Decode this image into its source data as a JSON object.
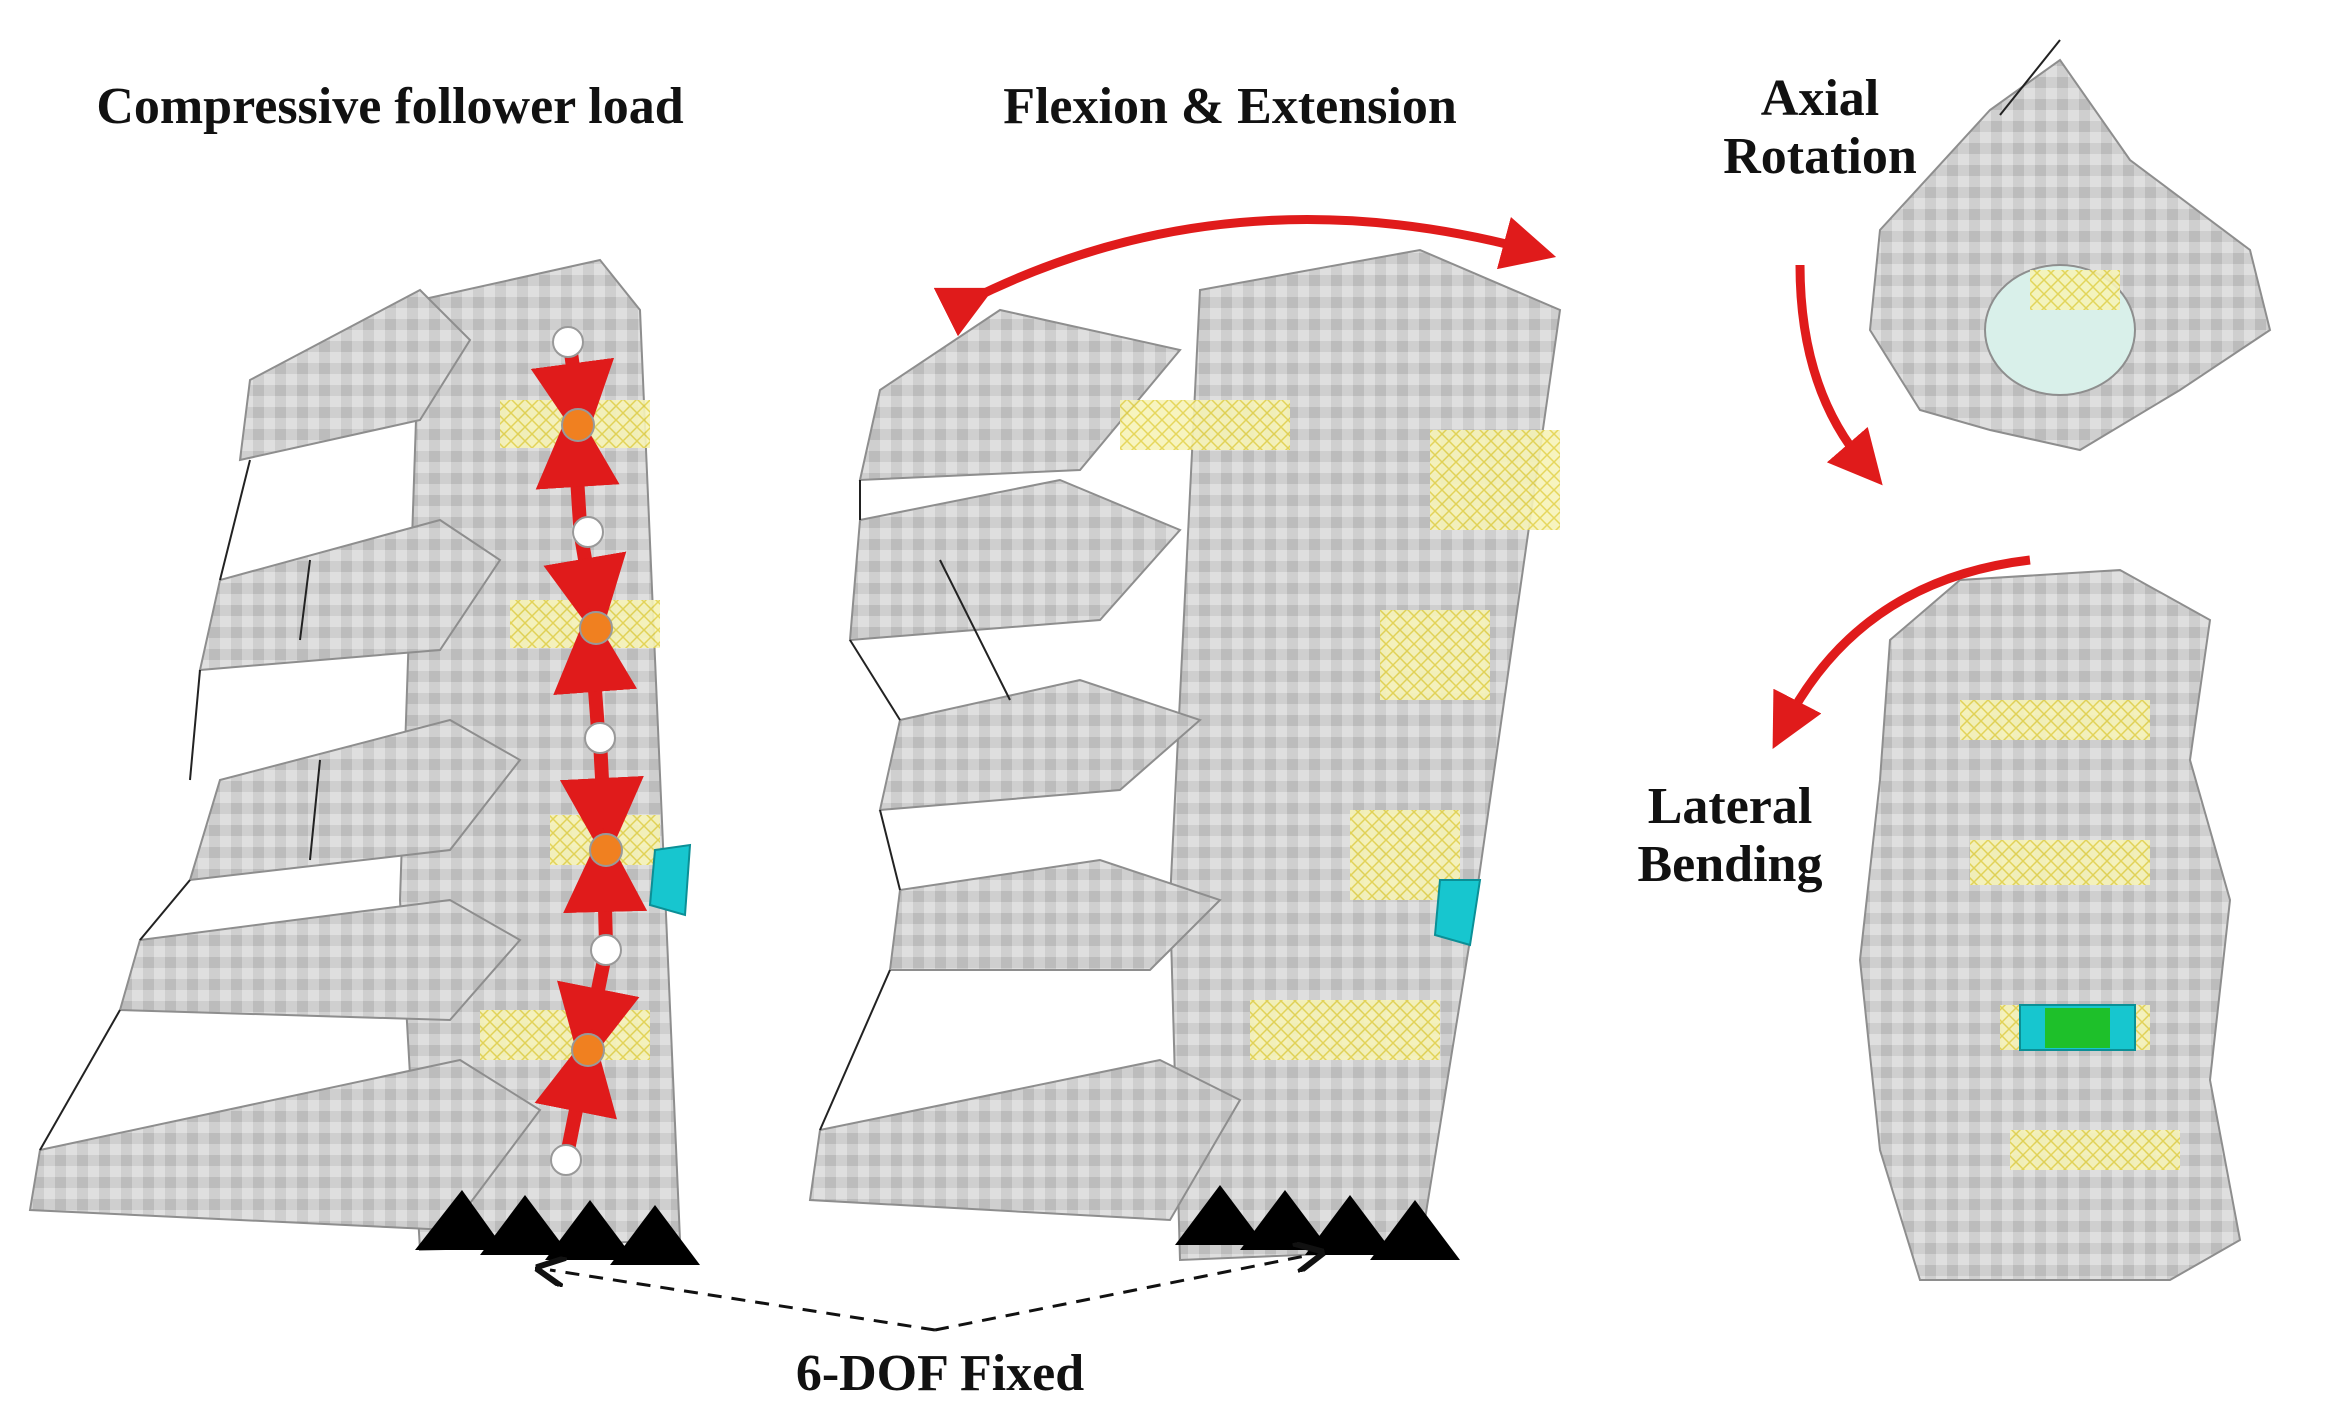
{
  "labels": {
    "compressive_follower_load": "Compressive follower load",
    "flexion_extension": "Flexion & Extension",
    "axial_rotation_line1": "Axial",
    "axial_rotation_line2": "Rotation",
    "lateral_bending_line1": "Lateral",
    "lateral_bending_line2": "Bending",
    "six_dof_fixed": "6-DOF Fixed"
  },
  "colors": {
    "bone": "#c9c9c9",
    "bone_dark": "#8e8e8e",
    "ligament": "#f2ee9a",
    "arrow_red": "#e01b1b",
    "node_orange": "#f08020",
    "node_white": "#ffffff",
    "implant_cyan": "#17c6cf",
    "implant_green": "#1ec02a",
    "fixed_black": "#000000"
  },
  "panels": [
    {
      "name": "sagittal-follower-load",
      "icon": "cervical-spine-side-model"
    },
    {
      "name": "sagittal-flexion-extension",
      "icon": "cervical-spine-side-model"
    },
    {
      "name": "axial-view",
      "icon": "vertebra-top-view-model"
    },
    {
      "name": "coronal-view",
      "icon": "cervical-spine-front-model"
    }
  ]
}
